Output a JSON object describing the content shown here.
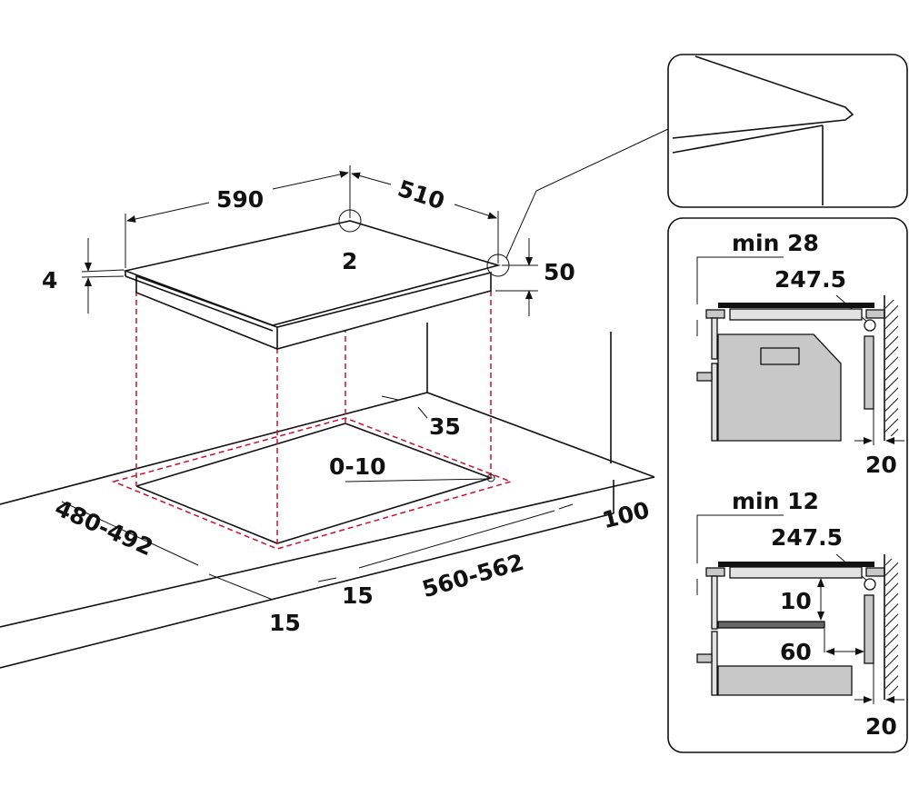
{
  "main": {
    "width_label": "590",
    "depth_label": "510",
    "corner_radius_label": "2",
    "glass_thickness_label": "4",
    "height_label": "50",
    "rear_distance_label": "35",
    "cutout_radius_label": "0-10",
    "cutout_depth_label": "480-492",
    "cutout_width_label": "560-562",
    "side_clearance_label": "100",
    "front_clearance_label": "15",
    "front_clearance_label_2": "15"
  },
  "inset_oven": {
    "min_label": "min 28",
    "dimension_label": "247.5",
    "wall_gap_label": "20"
  },
  "inset_drawer": {
    "min_label": "min 12",
    "dimension_label": "247.5",
    "vertical_gap_label": "10",
    "horizontal_gap_label": "60",
    "wall_gap_label": "20"
  }
}
